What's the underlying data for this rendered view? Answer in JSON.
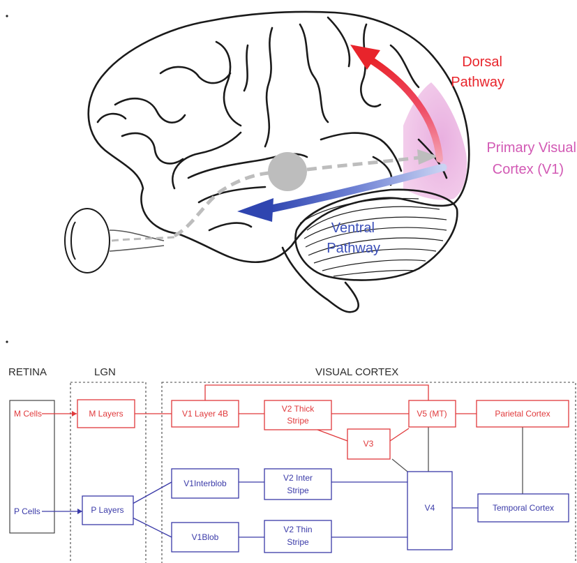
{
  "brain": {
    "dorsal_label_1": "Dorsal",
    "dorsal_label_2": "Pathway",
    "v1_label_1": "Primary Visual",
    "v1_label_2": "Cortex (V1)",
    "ventral_label_1": "Ventral",
    "ventral_label_2": "Pathway",
    "colors": {
      "dorsal": "#e8242b",
      "ventral": "#3b4fb8",
      "v1": "#d259b4"
    }
  },
  "flow": {
    "headers": {
      "retina": "RETINA",
      "lgn": "LGN",
      "cortex": "VISUAL CORTEX"
    },
    "retina": {
      "m_cells": "M Cells",
      "p_cells": "P Cells"
    },
    "lgn": {
      "m_layers": "M Layers",
      "p_layers": "P Layers"
    },
    "cortex": {
      "v1_layer4b": "V1 Layer 4B",
      "v2_thick_1": "V2 Thick",
      "v2_thick_2": "Stripe",
      "v3": "V3",
      "v5": "V5 (MT)",
      "parietal": "Parietal Cortex",
      "v1_interblob": "V1Interblob",
      "v2_inter_1": "V2 Inter",
      "v2_inter_2": "Stripe",
      "v4": "V4",
      "temporal": "Temporal Cortex",
      "v1_blob": "V1Blob",
      "v2_thin_1": "V2 Thin",
      "v2_thin_2": "Stripe"
    },
    "colors": {
      "magno": "#e0393b",
      "parvo": "#3a3aa8"
    }
  }
}
